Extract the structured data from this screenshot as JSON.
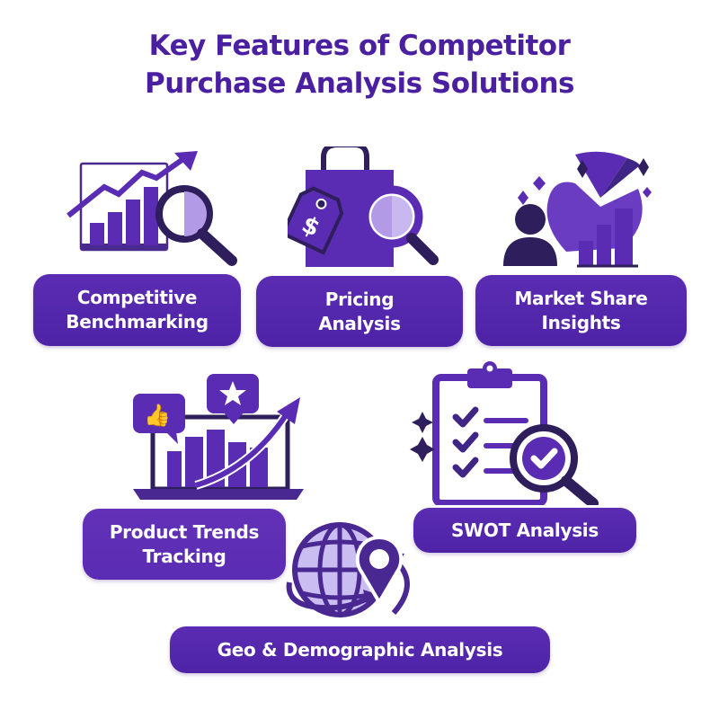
{
  "title": {
    "line1": "Key Features of Competitor",
    "line2": "Purchase Analysis Solutions"
  },
  "colors": {
    "primary": "#5a2cb3",
    "dark": "#2a1d4a",
    "light": "#b8a8e8",
    "title": "#4a1fa0"
  },
  "features": [
    {
      "line1": "Competitive",
      "line2": "Benchmarking",
      "icon": "chart-magnifier-icon"
    },
    {
      "line1": "Pricing",
      "line2": "Analysis",
      "icon": "shopping-bag-price-tag-icon"
    },
    {
      "line1": "Market Share",
      "line2": "Insights",
      "icon": "person-pie-bar-chart-icon"
    },
    {
      "line1": "Product Trends",
      "line2": "Tracking",
      "icon": "laptop-trend-chart-icon"
    },
    {
      "line1": "SWOT Analysis",
      "icon": "clipboard-checklist-magnifier-icon"
    },
    {
      "line1": "Geo & Demographic Analysis",
      "icon": "globe-location-pin-icon"
    }
  ]
}
